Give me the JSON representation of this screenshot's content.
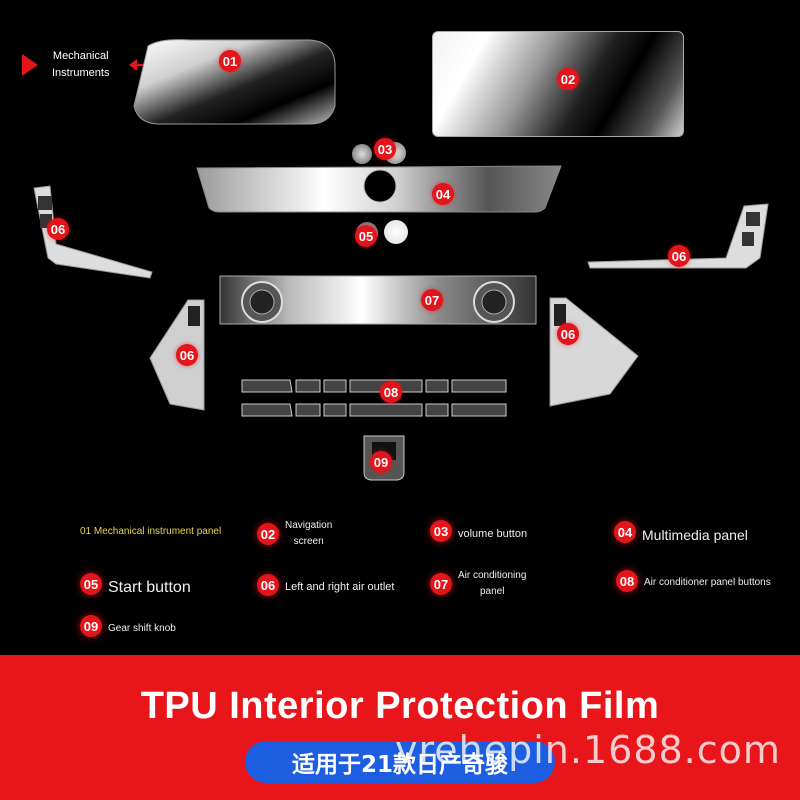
{
  "callout": {
    "line1": "Mechanical",
    "line2": "Instruments"
  },
  "badges": {
    "b01": "01",
    "b02": "02",
    "b03": "03",
    "b04": "04",
    "b05": "05",
    "b06a": "06",
    "b06b": "06",
    "b07": "07",
    "b06c": "06",
    "b06d": "06",
    "b08": "08",
    "b09": "09"
  },
  "legend": [
    {
      "num": "",
      "text": "01 Mechanical instrument panel"
    },
    {
      "num": "02",
      "line1": "Navigation",
      "line2": "screen"
    },
    {
      "num": "03",
      "text": "volume button"
    },
    {
      "num": "04",
      "text": "Multimedia panel"
    },
    {
      "num": "05",
      "text": "Start button"
    },
    {
      "num": "06",
      "text": "Left and right air outlet"
    },
    {
      "num": "07",
      "line1": "Air conditioning",
      "line2": "panel"
    },
    {
      "num": "08",
      "text": "Air conditioner panel buttons"
    },
    {
      "num": "09",
      "text": "Gear shift knob"
    }
  ],
  "footer": {
    "title": "TPU Interior Protection Film",
    "subtitle": "适用于21款日产奇骏",
    "watermark": "vrehepin.1688.com"
  },
  "colors": {
    "accent": "#e4141b",
    "footer_bg": "#e8151b",
    "pill": "#1d5de0",
    "legend_first": "#e8d44d"
  }
}
